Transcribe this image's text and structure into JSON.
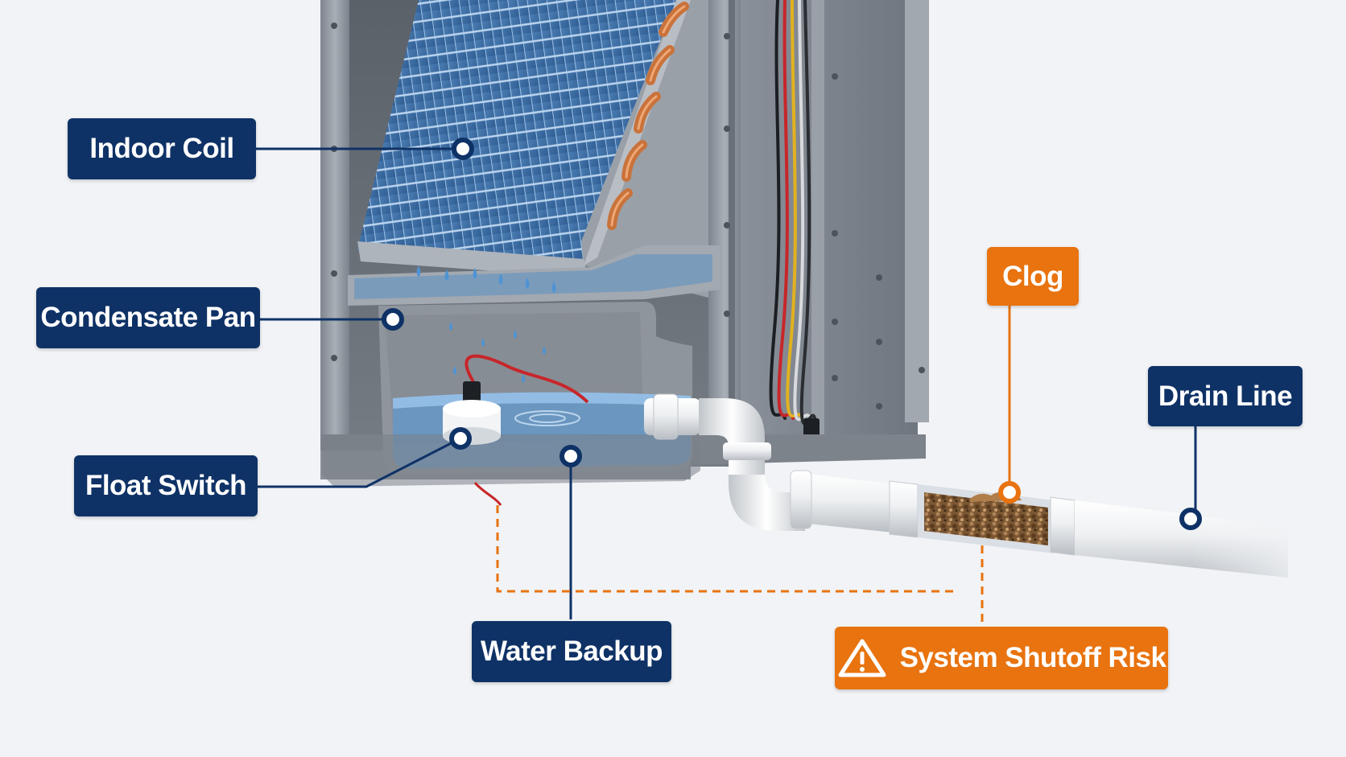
{
  "labels": {
    "indoor_coil": "Indoor Coil",
    "condensate_pan": "Condensate Pan",
    "float_switch": "Float Switch",
    "water_backup": "Water Backup",
    "clog": "Clog",
    "drain_line": "Drain Line",
    "system_shutoff_risk": "System Shutoff Risk"
  },
  "icons": {
    "warning": "warning-triangle-icon"
  },
  "colors": {
    "background": "#f1f3f6",
    "callout_navy": "#0f3266",
    "callout_orange": "#e8730f",
    "cabinet_steel": "#8d939b",
    "coil_blue": "#3f6ea3",
    "copper": "#c9733c",
    "water": "#5b9bd5",
    "pvc_white": "#f4f5f6"
  }
}
